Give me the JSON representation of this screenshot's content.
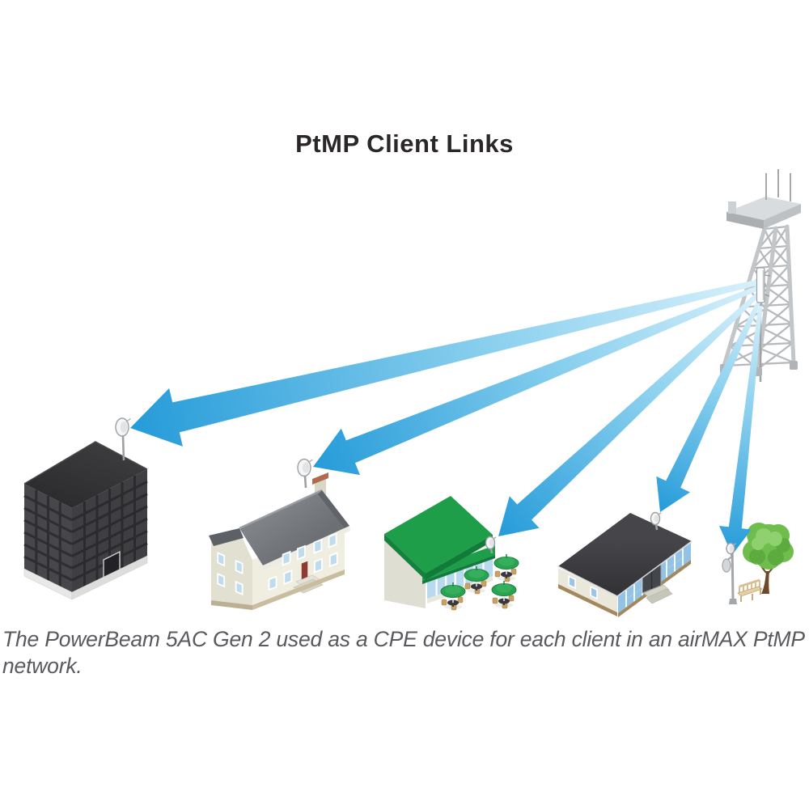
{
  "title": "PtMP Client Links",
  "caption": {
    "line1": "The PowerBeam 5AC Gen 2 used as a CPE device for each client in an airMAX PtMP",
    "line2": "network."
  },
  "scene": {
    "base_station_icon": "lattice-tower-with-sector-antenna",
    "cpe_icon": "powerbeam-dish",
    "client_icons": [
      "office-building",
      "two-story-house",
      "cafe-with-patio-tables",
      "commercial-building",
      "street-pole-park"
    ],
    "beam_count": 5
  },
  "colors": {
    "title_text": "#2B2728",
    "caption_text": "#595A5E",
    "beam_blue": "#259BD9",
    "beam_mid": "#8FD2EF",
    "beam_light": "#D8F0FB",
    "roof_green": "#1F9E4A",
    "awning_green_dark": "#137C3A",
    "dark_building": "#3F3F43",
    "dark_roof": "#353538",
    "wall_cream": "#EFEEE0",
    "window_blue": "#BFDCEF",
    "glass_blue": "#92C2E6",
    "door_red": "#8E3B33",
    "metal_gray": "#C2C6C9",
    "trim_white": "#ECECE4",
    "tree_green": "#6FBE4D",
    "bench_tan": "#E6CFA4"
  }
}
